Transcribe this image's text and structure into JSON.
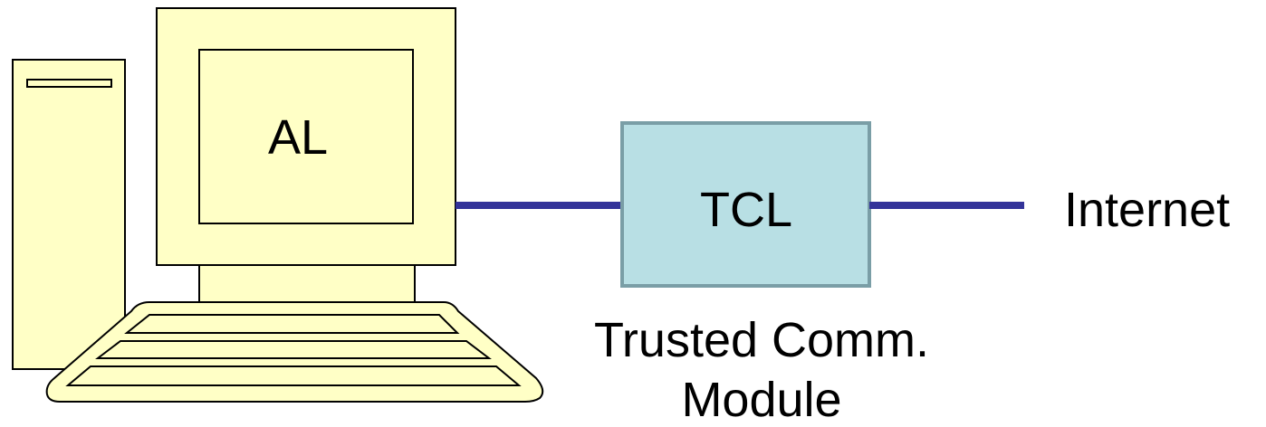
{
  "screen": {
    "label": "AL"
  },
  "module": {
    "label": "TCL",
    "caption_line1": "Trusted Comm.",
    "caption_line2": "Module"
  },
  "network": {
    "label": "Internet"
  },
  "colors": {
    "computer_fill": "#FFFFC6",
    "module_fill": "#B8DFE4",
    "module_border": "#7A9EA6",
    "link": "#333399",
    "outline": "#000000"
  }
}
